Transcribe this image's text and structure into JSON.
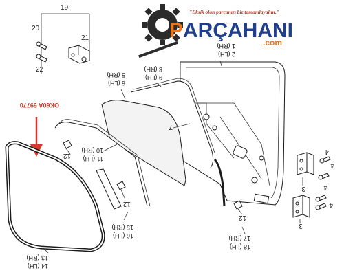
{
  "logo": {
    "slogan": "\"Eksik olan parçanızı biz tamamlayalım.\"",
    "brand_p": "P",
    "brand_rest": "ARÇAHANI",
    "domain": ".com",
    "color_orange": "#e87722",
    "color_blue": "#1f3e8c"
  },
  "annotation": {
    "part_code": "OK60A 59770",
    "color": "#d63a2a"
  },
  "callouts": {
    "c19": "19",
    "c20": "20",
    "c21": "21",
    "c22": "22",
    "c1": "1 (RH)",
    "c2": "2 (LH)",
    "c5": "5 (RH)",
    "c6": "6 (LH)",
    "c8": "8 (RH)",
    "c9": "9 (LH)",
    "c7": "7",
    "c10": "10 (RH)",
    "c11": "11 (LH)",
    "c12a": "12",
    "c12b": "12",
    "c12c": "12",
    "c13": "13 (RH)",
    "c14": "14 (LH)",
    "c15": "15 (RH)",
    "c16": "16 (LH)",
    "c17": "17 (RH)",
    "c18": "18 (LH)",
    "c3a": "3",
    "c3b": "3",
    "c4a": "4",
    "c4b": "4",
    "c4c": "4",
    "c4d": "4"
  }
}
